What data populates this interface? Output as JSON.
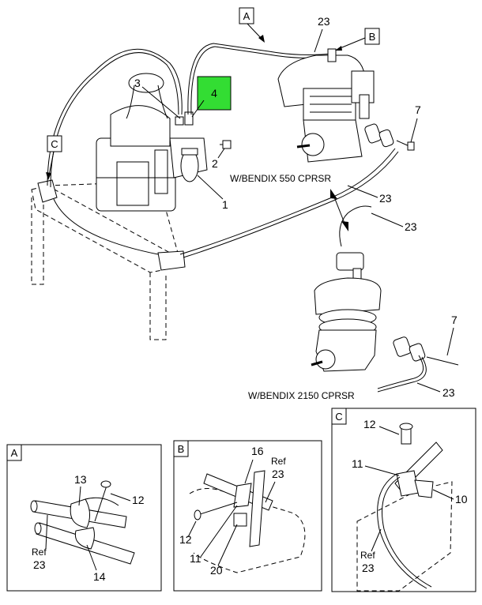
{
  "main_view": {
    "callouts": {
      "c1": "1",
      "c2": "2",
      "c3": "3",
      "c4": "4",
      "c7a": "7",
      "c7b": "7",
      "c23a": "23",
      "c23b": "23",
      "c23c": "23",
      "c23d": "23"
    },
    "view_refs": {
      "a": "A",
      "b": "B",
      "c": "C"
    },
    "captions": {
      "bendix550": "W/BENDIX 550 CPRSR",
      "bendix2150": "W/BENDIX 2150 CPRSR"
    },
    "highlight_color": "#33dd33"
  },
  "detail_a": {
    "label": "A",
    "callouts": {
      "c12": "12",
      "c13": "13",
      "c14": "14",
      "ref": "Ref",
      "ref_num": "23"
    }
  },
  "detail_b": {
    "label": "B",
    "callouts": {
      "c16": "16",
      "ref": "Ref",
      "ref_num": "23",
      "c12": "12",
      "c11": "11",
      "c20": "20"
    }
  },
  "detail_c": {
    "label": "C",
    "callouts": {
      "c12": "12",
      "c11": "11",
      "c10": "10",
      "ref": "Ref",
      "ref_num": "23"
    }
  }
}
